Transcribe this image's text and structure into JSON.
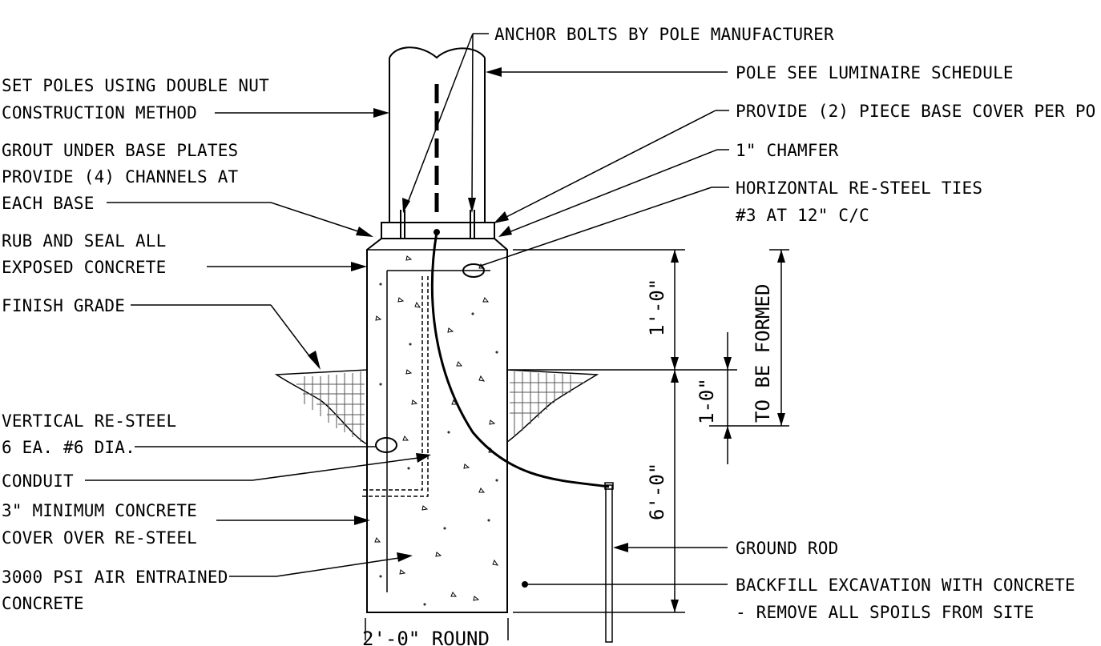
{
  "colors": {
    "ink": "#000000",
    "background": "#ffffff",
    "hatch": "#555555"
  },
  "labels": {
    "anchor_bolts": "ANCHOR BOLTS BY POLE MANUFACTURER",
    "pole_schedule": "POLE SEE LUMINAIRE SCHEDULE",
    "base_cover": "PROVIDE (2) PIECE BASE COVER PER PO",
    "chamfer": "1\" CHAMFER",
    "ties_line1": "HORIZONTAL RE-STEEL TIES",
    "ties_line2": "#3 AT 12\" C/C",
    "set_poles_line1": "SET POLES USING DOUBLE NUT",
    "set_poles_line2": "CONSTRUCTION METHOD",
    "grout_line1": "GROUT UNDER BASE PLATES",
    "grout_line2": "PROVIDE (4) CHANNELS AT",
    "grout_line3": "EACH BASE",
    "rub_line1": "RUB AND SEAL ALL",
    "rub_line2": "EXPOSED CONCRETE",
    "finish_grade": "FINISH GRADE",
    "vertical_line1": "VERTICAL RE-STEEL",
    "vertical_line2": "6 EA. #6 DIA.",
    "conduit": "CONDUIT",
    "cover_line1": "3\" MINIMUM CONCRETE",
    "cover_line2": "COVER OVER RE-STEEL",
    "psi_line1": "3000 PSI AIR ENTRAINED",
    "psi_line2": "CONCRETE",
    "ground_rod": "GROUND ROD",
    "backfill_line1": "BACKFILL EXCAVATION WITH CONCRETE",
    "backfill_line2": "- REMOVE ALL SPOILS FROM SITE",
    "round": "2'-0\" ROUND"
  },
  "dimensions": {
    "above_grade": "1'-0\"",
    "below_grade_partial": "1-0\"",
    "below_grade_total": "6'-0\"",
    "formed": "TO BE FORMED"
  },
  "icons": {
    "arrowhead": "arrowhead-icon",
    "rebar_circle": "rebar-section-icon"
  }
}
